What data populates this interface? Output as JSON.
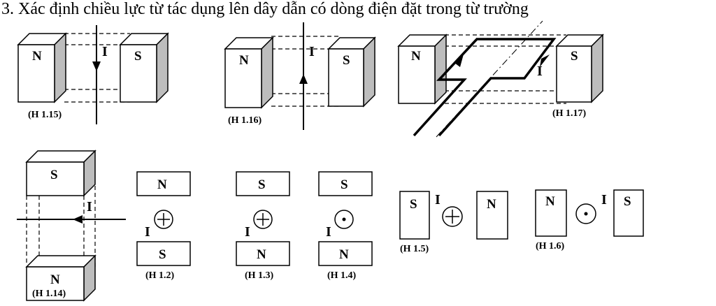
{
  "title": "3. Xác định chiều lực từ tác dụng lên dây dẫn có dòng điện đặt trong từ trường",
  "labels": {
    "north": "N",
    "south": "S",
    "current": "I"
  },
  "figures": {
    "h115": "(H 1.15)",
    "h116": "(H 1.16)",
    "h117": "(H 1.17)",
    "h114": "(H 1.14)",
    "h12": "(H 1.2)",
    "h13": "(H 1.3)",
    "h14": "(H 1.4)",
    "h15": "(H 1.5)",
    "h16": "(H 1.6)"
  },
  "symbols": {
    "into_page": "current-into-page",
    "out_of_page": "current-out-of-page"
  }
}
